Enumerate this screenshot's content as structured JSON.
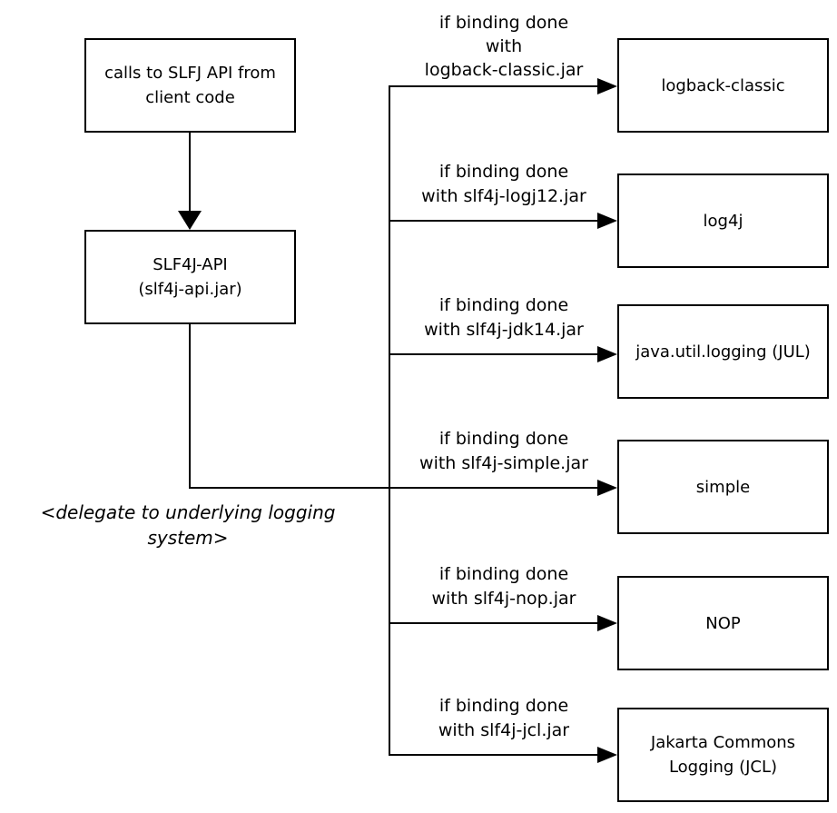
{
  "colors": {
    "background": "#ffffff",
    "line": "#000000",
    "text": "#000000"
  },
  "nodes": {
    "client": "calls to SLFJ API from\nclient code",
    "slf4j": "SLF4J-API\n(slf4j-api.jar)"
  },
  "note": "<delegate to underlying logging\nsystem>",
  "bindings": [
    {
      "condition": "if binding done\nwith\nlogback-classic.jar",
      "target": "logback-classic"
    },
    {
      "condition": "if binding done\nwith slf4j-logj12.jar",
      "target": "log4j"
    },
    {
      "condition": "if binding done\nwith slf4j-jdk14.jar",
      "target": "java.util.logging (JUL)"
    },
    {
      "condition": "if binding done\nwith slf4j-simple.jar",
      "target": "simple"
    },
    {
      "condition": "if binding done\nwith slf4j-nop.jar",
      "target": "NOP"
    },
    {
      "condition": "if binding done\nwith slf4j-jcl.jar",
      "target": "Jakarta Commons\nLogging (JCL)"
    }
  ]
}
